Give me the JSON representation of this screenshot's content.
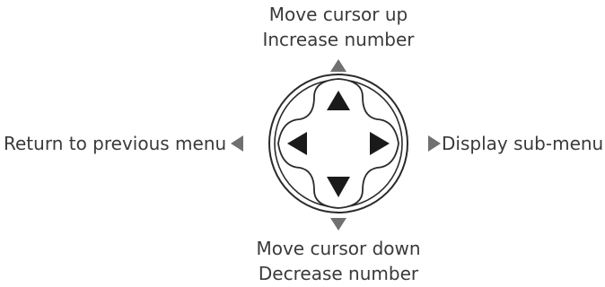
{
  "labels": {
    "up": [
      "Move cursor up",
      "Increase number"
    ],
    "down": [
      "Move cursor down",
      "Decrease number"
    ],
    "left": "Return to previous menu",
    "right": "Display sub-menu"
  },
  "colors": {
    "text": "#3a3a3a",
    "outline": "#2a2a2a",
    "arrow": "#1a1a1a",
    "external_arrow": "#707070"
  },
  "icons": {
    "control": "directional-pad-icon",
    "up": "up-arrow-icon",
    "down": "down-arrow-icon",
    "left": "left-arrow-icon",
    "right": "right-arrow-icon"
  }
}
